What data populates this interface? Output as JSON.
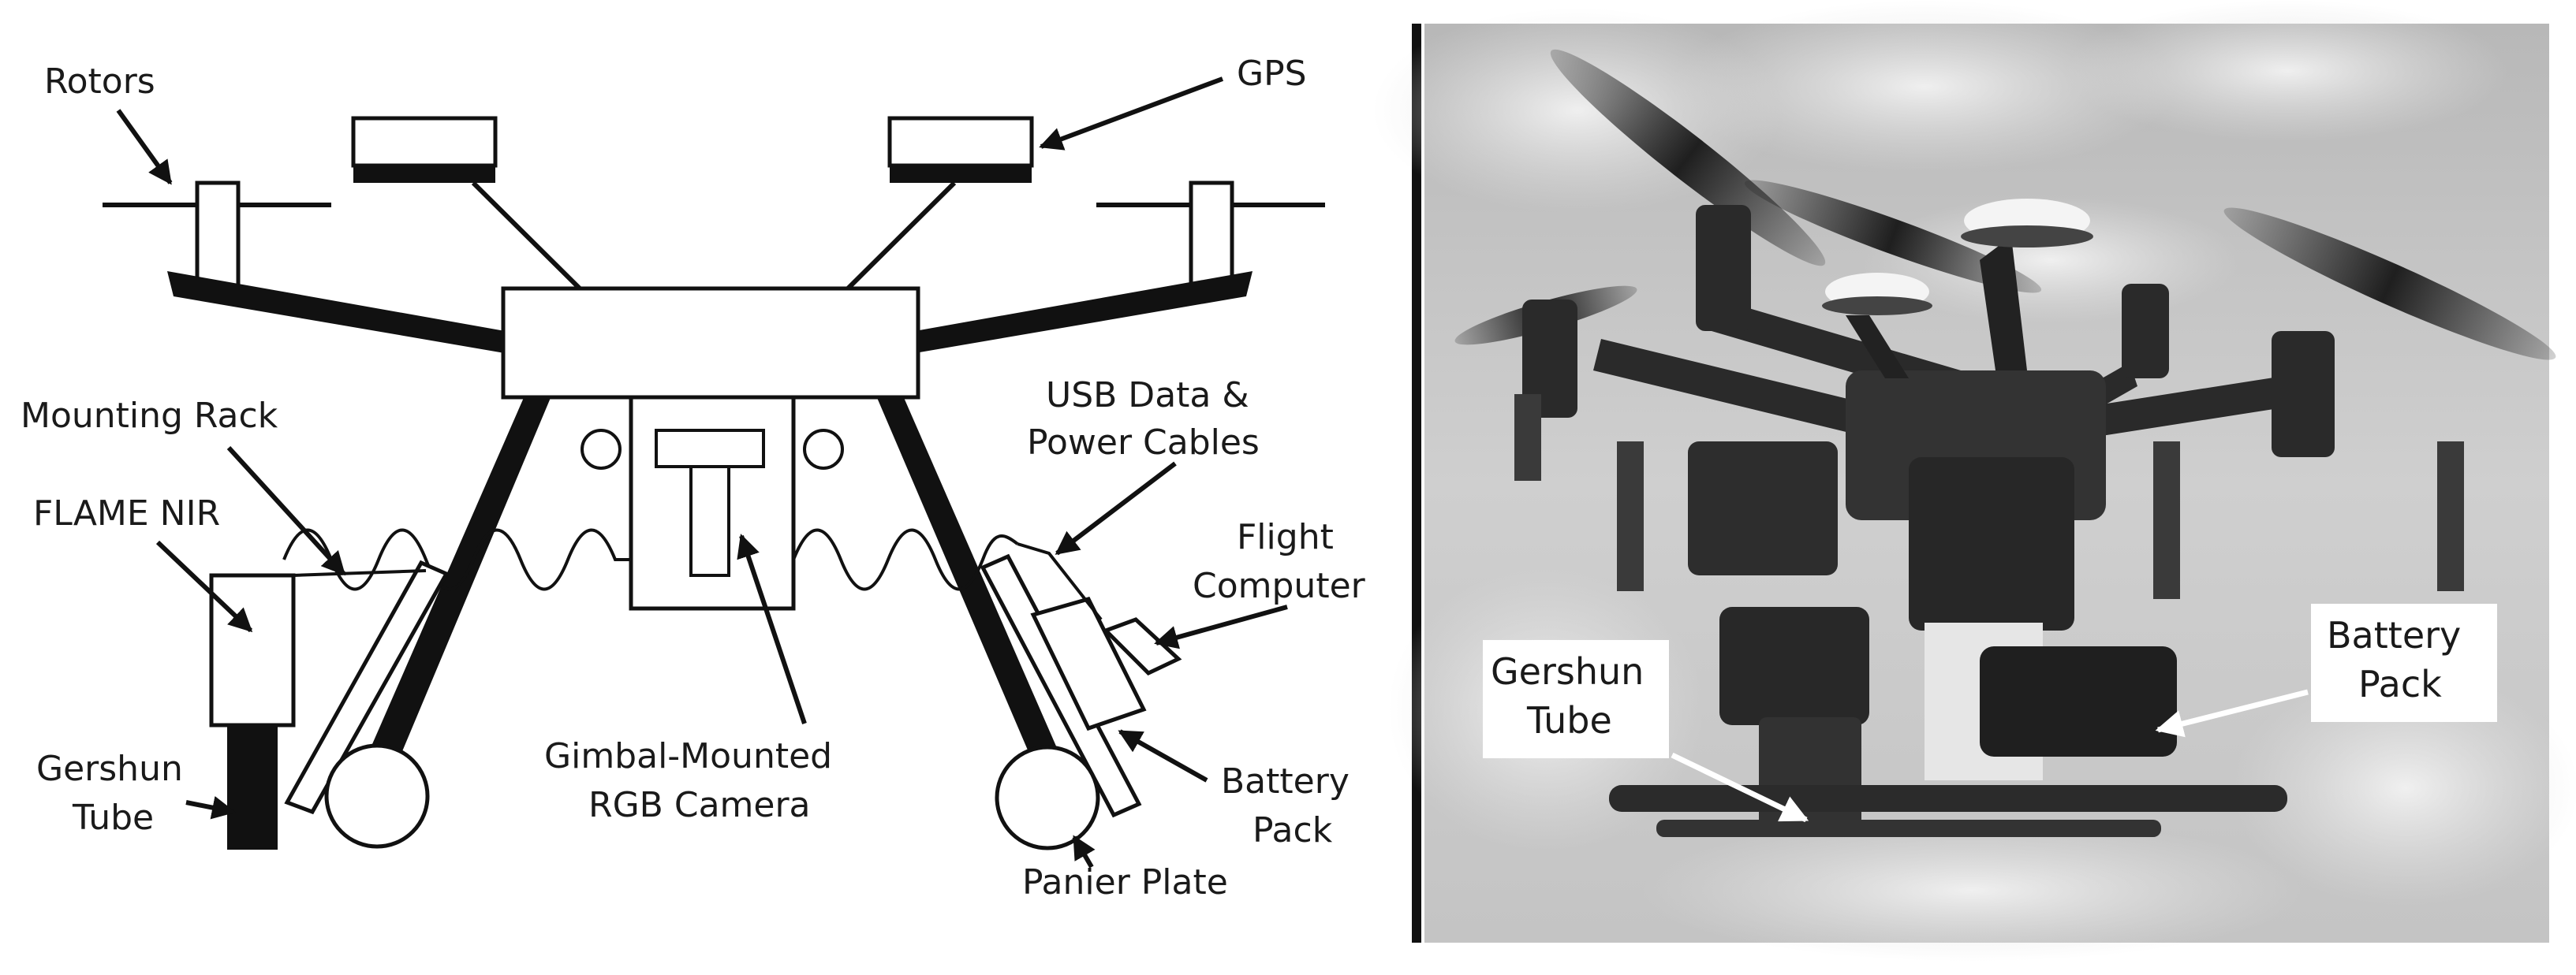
{
  "diagram": {
    "labels": {
      "rotors": "Rotors",
      "gps": "GPS",
      "mounting_rack": "Mounting Rack",
      "flame_nir": "FLAME NIR",
      "gershun_tube_1": "Gershun",
      "gershun_tube_2": "Tube",
      "usb_1": "USB Data &",
      "usb_2": "Power  Cables",
      "flight_1": "Flight",
      "flight_2": "Computer",
      "gimbal_1": "Gimbal-Mounted",
      "gimbal_2": "RGB Camera",
      "battery_1": "Battery",
      "battery_2": "Pack",
      "panier": "Panier Plate"
    }
  },
  "photo": {
    "labels": {
      "gershun_1": "Gershun",
      "gershun_2": "Tube",
      "battery_1": "Battery",
      "battery_2": "Pack"
    }
  }
}
